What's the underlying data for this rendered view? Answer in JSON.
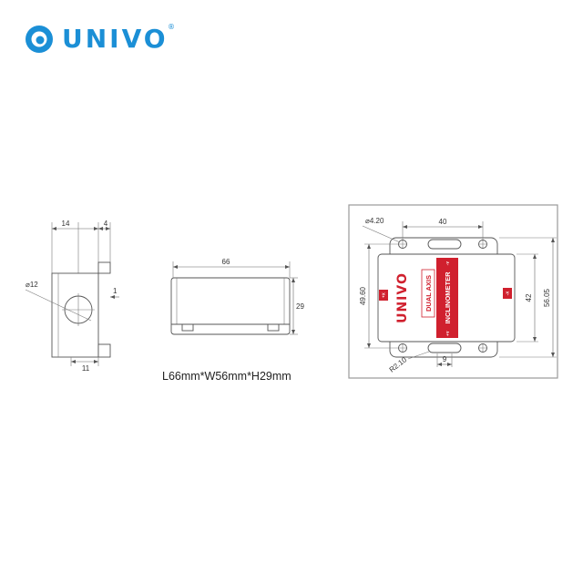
{
  "logo": {
    "name": "UNIVO",
    "registered": "®",
    "icon": "univo-circle-logo-icon",
    "brand_color": "#1b8fd6"
  },
  "line_color": "#555555",
  "side_view": {
    "width_label": "14",
    "flange_label": "4",
    "hole_label": "⌀12",
    "lip_label": "1",
    "base_label": "11"
  },
  "front_view": {
    "length_label": "66",
    "height_label": "29",
    "caption": "L66mm*W56mm*H29mm"
  },
  "top_view": {
    "hole_label": "⌀4.20",
    "hole_spacing_label": "40",
    "hole_vertical_label": "49.60",
    "body_height_label": "42",
    "overall_height_label": "56.05",
    "radius_label": "R2.10",
    "slot_width_label": "9",
    "device": {
      "brand": "UNIVO",
      "line1": "DUAL AXIS",
      "line2": "INCLINOMETER",
      "accent_color": "#d0202e",
      "tags": {
        "left": "+X",
        "right": "-X",
        "top": "-Y",
        "bottom": "+Y"
      }
    }
  }
}
